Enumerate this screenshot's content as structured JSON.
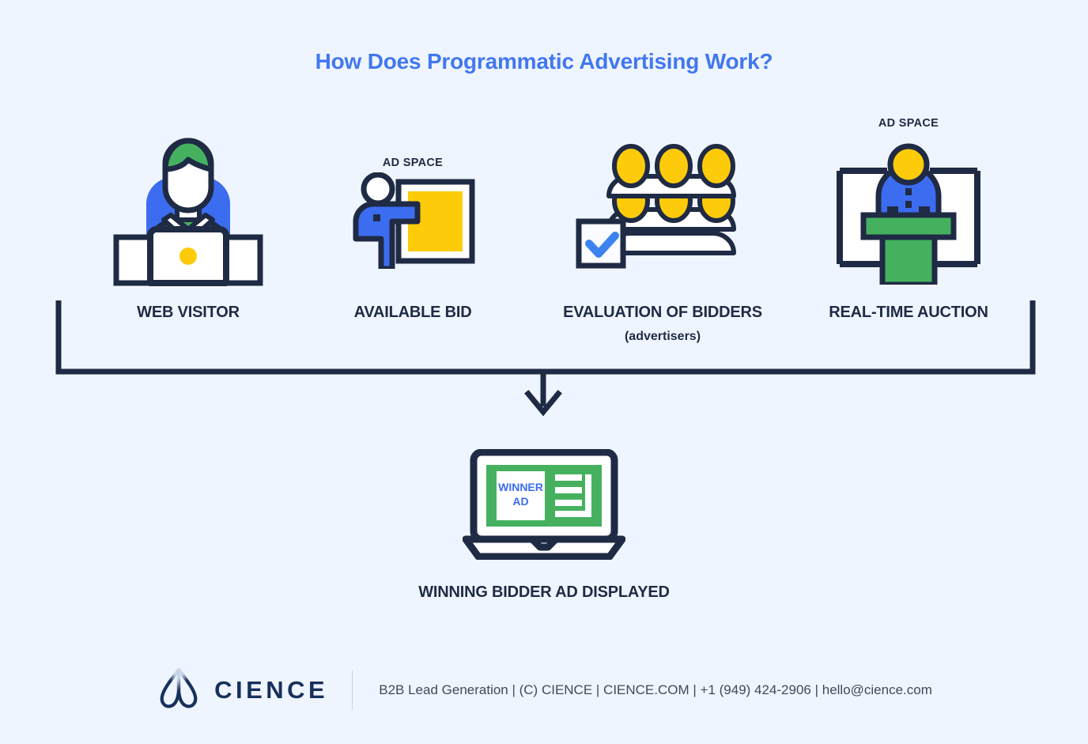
{
  "page": {
    "title": "How Does Programmatic Advertising Work?",
    "background_color": "#eff5fe",
    "accent_blue": "#4277f0",
    "ink_navy": "#1f2a44",
    "green": "#45b15f",
    "yellow": "#fdcb0a",
    "blue": "#3c6df0"
  },
  "steps": [
    {
      "id": "web-visitor",
      "label": "WEB VISITOR",
      "sublabel": "",
      "caption": "",
      "icon": "person-at-laptop-icon"
    },
    {
      "id": "available-bid",
      "label": "AVAILABLE BID",
      "sublabel": "",
      "caption": "AD SPACE",
      "icon": "person-with-ad-placeholder-icon"
    },
    {
      "id": "evaluation-of-bidders",
      "label": "EVALUATION OF BIDDERS",
      "sublabel": "(advertisers)",
      "caption": "",
      "icon": "crowd-with-checkmark-icon"
    },
    {
      "id": "real-time-auction",
      "label": "REAL-TIME AUCTION",
      "sublabel": "",
      "caption": "AD SPACE",
      "icon": "auctioneer-podium-icon"
    }
  ],
  "result": {
    "screen_badge_line1": "WINNER",
    "screen_badge_line2": "AD",
    "label": "WINNING BIDDER AD DISPLAYED",
    "icon": "laptop-icon"
  },
  "footer": {
    "logo_text": "CIENCE",
    "logo_icon": "cience-logo-icon",
    "contact_line": "B2B Lead Generation | (C) CIENCE | CIENCE.COM | +1 (949) 424-2906 | hello@cience.com"
  }
}
